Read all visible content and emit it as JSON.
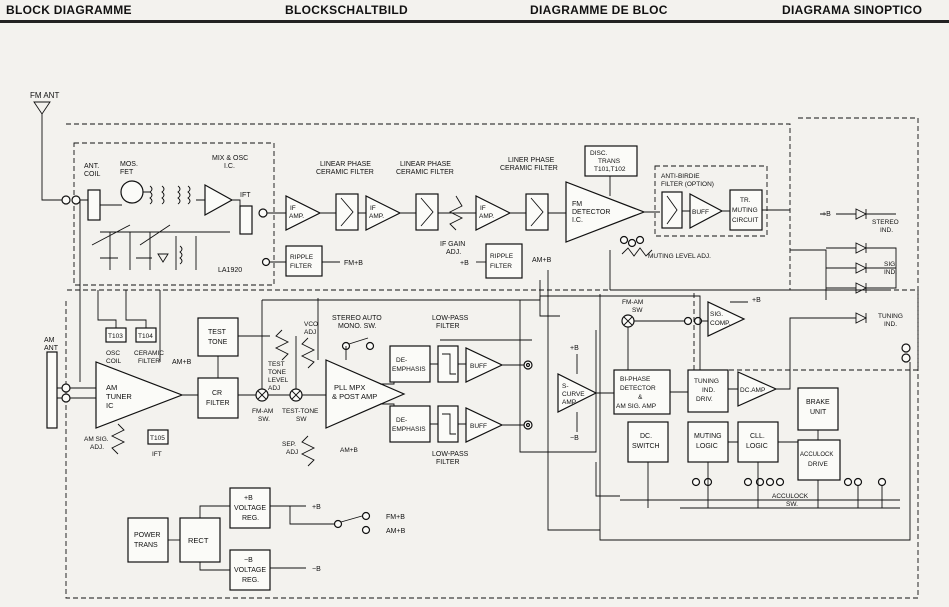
{
  "headings": [
    "BLOCK DIAGRAMME",
    "BLOCKSCHALTBILD",
    "DIAGRAMME DE BLOC",
    "DIAGRAMA SINOPTICO"
  ],
  "fm_ant": "FM ANT",
  "am_ant": [
    "AM",
    "ANT"
  ],
  "ant_coil": [
    "ANT.",
    "COIL"
  ],
  "mos_fet": [
    "MOS.",
    "FET"
  ],
  "mix_osc": [
    "MIX & OSC",
    "I.C."
  ],
  "ift": "IFT",
  "la1920": "LA1920",
  "lpcf": [
    "LINEAR PHASE",
    "CERAMIC FILTER"
  ],
  "lpcf3": [
    "LINER PHASE",
    "CERAMIC FILTER"
  ],
  "if_amp": [
    "IF",
    "AMP."
  ],
  "if_gain": [
    "IF GAIN",
    "ADJ."
  ],
  "disc_trans": [
    "DISC.",
    "TRANS",
    "T101,T102"
  ],
  "fm_detector": [
    "FM",
    "DETECTOR",
    "I.C."
  ],
  "anti_birdie": [
    "ANTI-BIRDIE",
    "FILTER (OPTION)"
  ],
  "buff": "BUFF",
  "tr_muting": [
    "TR.",
    "MUTING",
    "CIRCUIT"
  ],
  "muting_level": "MUTING LEVEL ADJ.",
  "ripple_filter": [
    "RIPPLE",
    "FILTER"
  ],
  "fm_b": "FM+B",
  "am_b": "AM+B",
  "plus_b": "+B",
  "minus_b": "−B",
  "stereo_ind": [
    "STEREO",
    "IND."
  ],
  "sig_ind": [
    "SIG.",
    "IND."
  ],
  "tuning_ind": [
    "TUNING",
    "IND."
  ],
  "sig_comp": [
    "SIG.",
    "COMP."
  ],
  "fm_am_sw": [
    "FM-AM",
    "SW"
  ],
  "fm_am_sw2": [
    "FM-AM",
    "SW."
  ],
  "osc_coil": [
    "OSC",
    "COIL"
  ],
  "ceramic_filter": [
    "CERAMIC",
    "FILTER"
  ],
  "t103": "T103",
  "t104": "T104",
  "t105": "T105",
  "am_tuner": [
    "AM",
    "TUNER",
    "IC"
  ],
  "am_sig_adj": [
    "AM SIG.",
    "ADJ."
  ],
  "test_tone": [
    "TEST",
    "TONE"
  ],
  "test_tone_level": [
    "TEST",
    "TONE",
    "LEVEL",
    "ADJ"
  ],
  "test_tone_sw": [
    "TEST-TONE",
    "SW"
  ],
  "cr_filter": [
    "CR",
    "FILTER"
  ],
  "vco_adj": [
    "VCO",
    "ADJ"
  ],
  "stereo_auto": [
    "STEREO AUTO",
    "MONO. SW."
  ],
  "pll_mpx": [
    "PLL MPX",
    "& POST AMP"
  ],
  "sep_adj": [
    "SEP.",
    "ADJ"
  ],
  "low_pass": [
    "LOW-PASS",
    "FILTER"
  ],
  "de_emphasis": [
    "DE-",
    "EMPHASIS"
  ],
  "s_curve": [
    "S-",
    "CURVE",
    "AMP"
  ],
  "bi_phase": [
    "BI-PHASE",
    "DETECTOR",
    "&",
    "AM SIG. AMP"
  ],
  "tuning_driv": [
    "TUNING",
    "IND.",
    "DRIV."
  ],
  "dc_amp": "DC.AMP",
  "brake_unit": [
    "BRAKE",
    "UNIT"
  ],
  "acculock_drive": [
    "ACCULOCK",
    "DRIVE"
  ],
  "acculock_sw": [
    "ACCULOCK",
    "SW."
  ],
  "dc_switch": [
    "DC.",
    "SWITCH"
  ],
  "muting_logic": [
    "MUTING",
    "LOGIC"
  ],
  "cll_logic": [
    "CLL.",
    "LOGIC"
  ],
  "power_trans": [
    "POWER",
    "TRANS"
  ],
  "rect": "RECT",
  "pos_reg": [
    "+B",
    "VOLTAGE",
    "REG."
  ],
  "neg_reg": [
    "−B",
    "VOLTAGE",
    "REG."
  ]
}
